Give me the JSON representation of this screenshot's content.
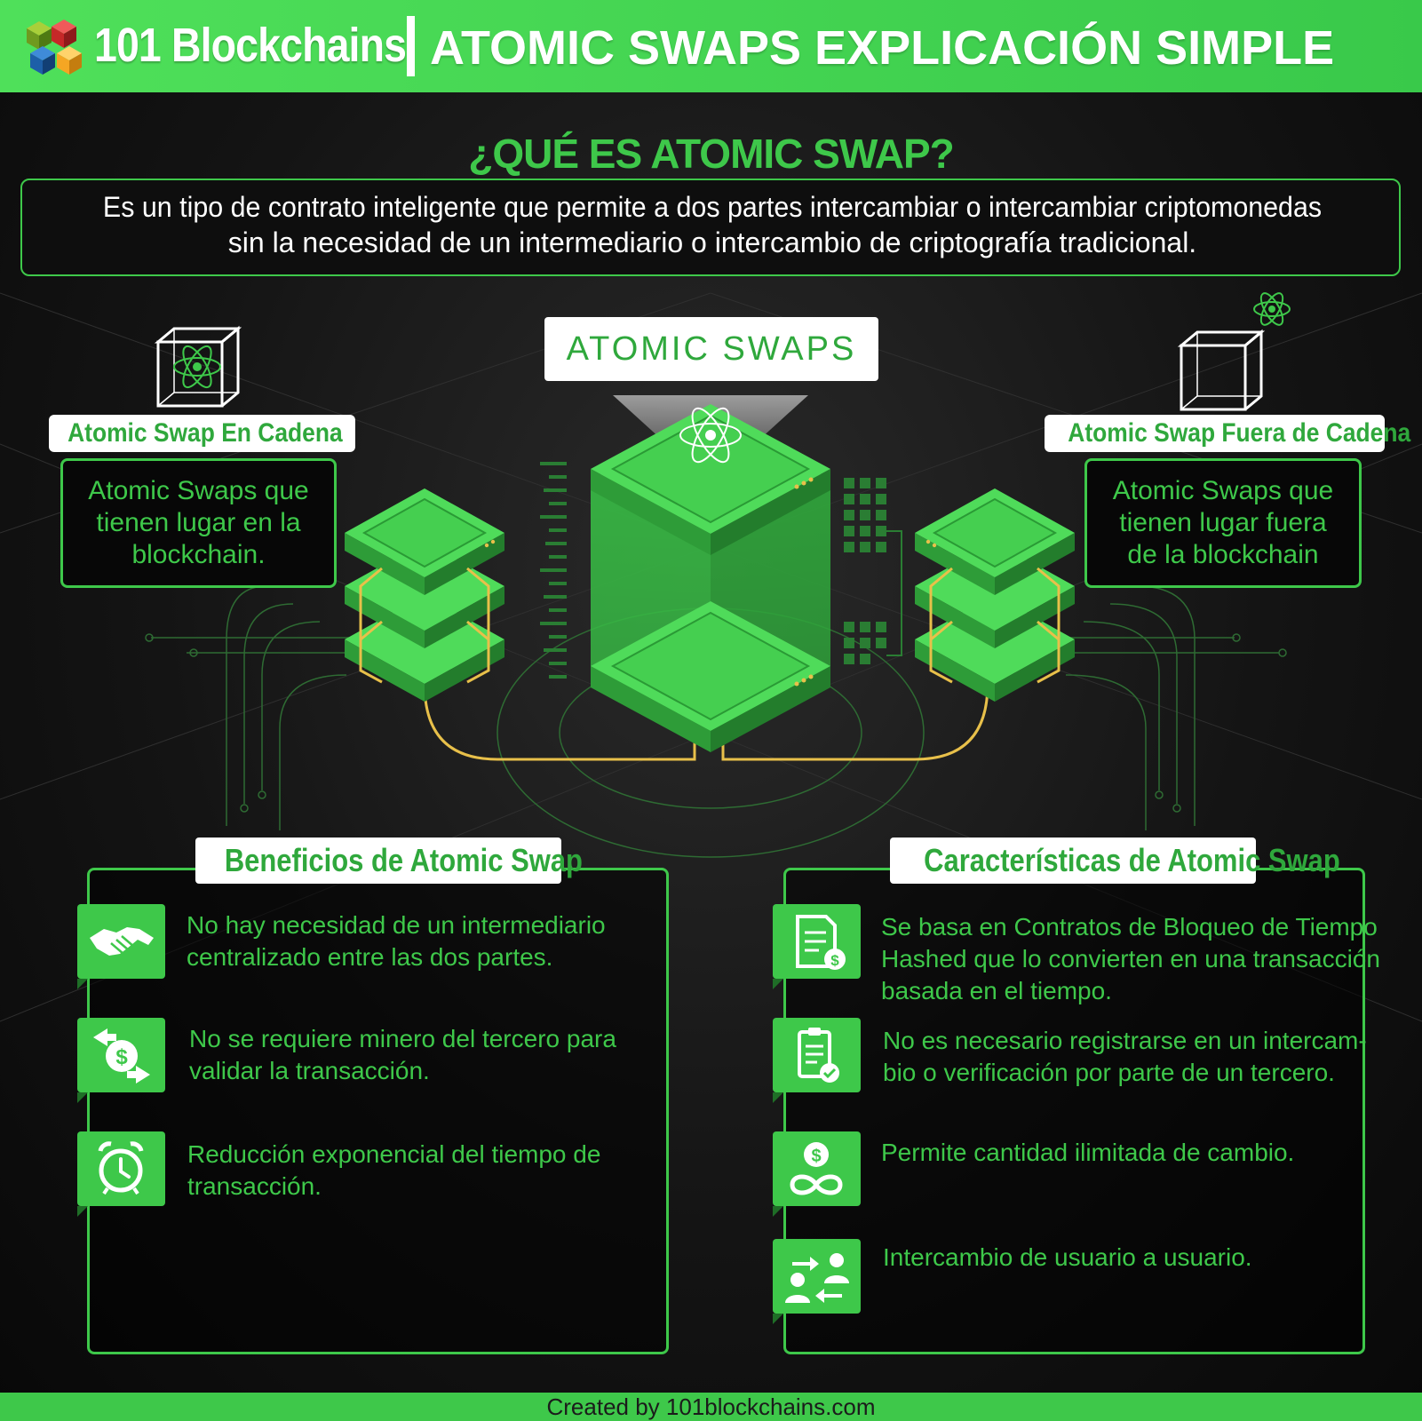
{
  "header": {
    "brand": "101 Blockchains",
    "title": "ATOMIC SWAPS EXPLICACIÓN SIMPLE"
  },
  "intro": {
    "question": "¿QUÉ ES ATOMIC SWAP?",
    "definition_line1": "Es un tipo de contrato inteligente que permite a dos partes intercambiar o intercambiar criptomonedas",
    "definition_line2": "sin la necesidad de un intermediario o intercambio de criptografía tradicional."
  },
  "diagram": {
    "center_label": "ATOMIC SWAPS",
    "left": {
      "tag": "Atomic Swap En Cadena",
      "line1": "Atomic Swaps que",
      "line2": "tienen lugar en la",
      "line3": "blockchain."
    },
    "right": {
      "tag": "Atomic Swap Fuera de Cadena",
      "line1": "Atomic Swaps que",
      "line2": "tienen lugar fuera",
      "line3": "de la blockchain"
    }
  },
  "benefits": {
    "title": "Beneficios de Atomic Swap",
    "items": [
      {
        "icon": "handshake-icon",
        "line1": "No hay necesidad de un intermediario",
        "line2": "centralizado entre las dos partes."
      },
      {
        "icon": "dollar-exchange-icon",
        "line1": "No se requiere minero del tercero para",
        "line2": "validar la transacción."
      },
      {
        "icon": "alarm-clock-icon",
        "line1": "Reducción exponencial del tiempo de",
        "line2": "transacción."
      }
    ]
  },
  "features": {
    "title": "Características de Atomic Swap",
    "items": [
      {
        "icon": "contract-dollar-icon",
        "line1": "Se basa en Contratos de Bloqueo de Tiempo",
        "line2": "Hashed que lo convierten en una transacción",
        "line3": "basada en el tiempo."
      },
      {
        "icon": "clipboard-check-icon",
        "line1": "No es necesario registrarse en un intercam-",
        "line2": "bio o verificación por parte de un tercero."
      },
      {
        "icon": "dollar-infinity-icon",
        "line1": "Permite cantidad ilimitada de cambio."
      },
      {
        "icon": "user-exchange-icon",
        "line1": "Intercambio de usuario a usuario."
      }
    ]
  },
  "footer": {
    "credit": "Created by 101blockchains.com"
  },
  "colors": {
    "accent": "#3ec84a",
    "header": "#45d552",
    "gold": "#e8c04a",
    "background": "#0b0b0b"
  }
}
